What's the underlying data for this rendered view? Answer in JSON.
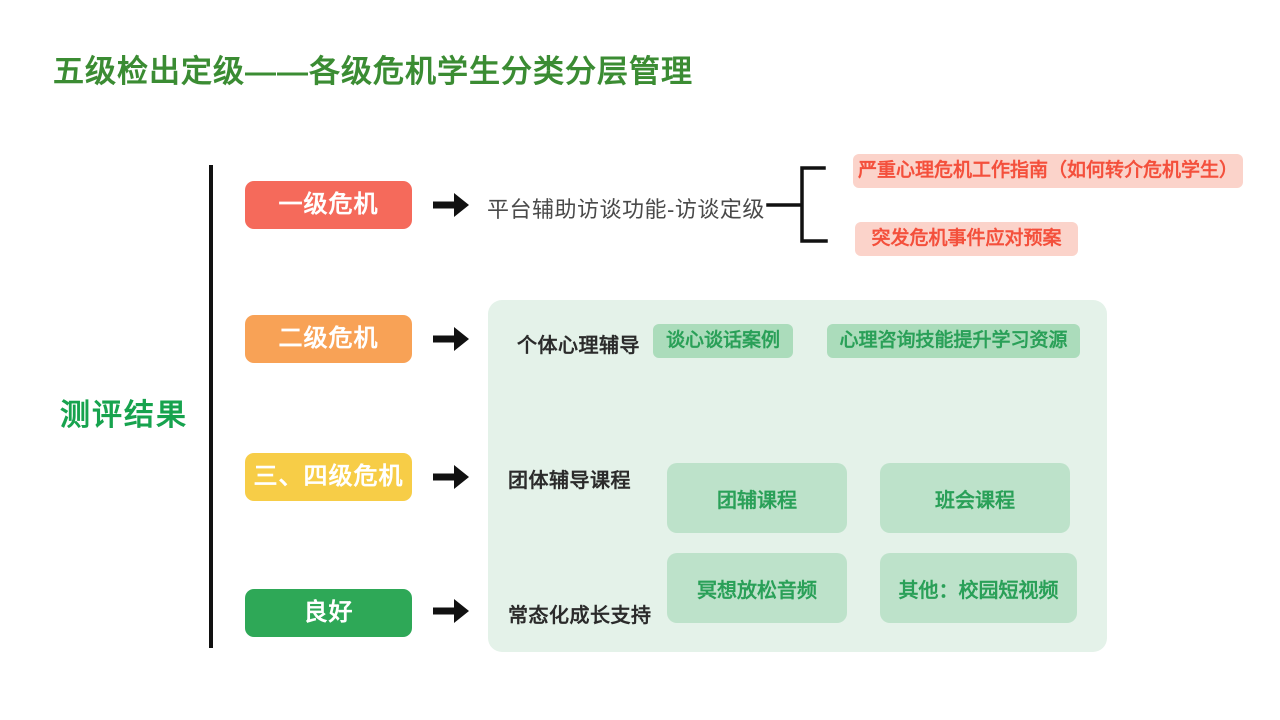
{
  "page": {
    "title": "五级检出定级——各级危机学生分类分层管理",
    "title_color": "#3b8c33",
    "background_color": "#ffffff"
  },
  "axis": {
    "label": "测评结果",
    "color": "#17a34e"
  },
  "levels": [
    {
      "label": "一级危机",
      "color": "#f56a5b"
    },
    {
      "label": "二级危机",
      "color": "#f8a256"
    },
    {
      "label": "三、四级危机",
      "color": "#f7cd47"
    },
    {
      "label": "良好",
      "color": "#2ea857"
    }
  ],
  "icons": {
    "flow_arrow": "arrow-right-icon",
    "bracket": "right-bracket-connector"
  },
  "level1_flow": {
    "text": "平台辅助访谈功能-访谈定级",
    "outcome_bg": "#fbd3ca",
    "outcome_text_color": "#f4503c",
    "outcomes": [
      {
        "label": "严重心理危机工作指南（如何转介危机学生）"
      },
      {
        "label": "突发危机事件应对预案"
      }
    ]
  },
  "panel": {
    "bg": "#e4f2e9",
    "chip_bg": "#abdcbb",
    "box_bg": "#bde2ca",
    "text_color": "#2aa058",
    "rows": [
      {
        "label": "个体心理辅导",
        "items": [
          "谈心谈话案例",
          "心理咨询技能提升学习资源"
        ]
      },
      {
        "label": "团体辅导课程",
        "items": [
          "团辅课程",
          "班会课程"
        ]
      },
      {
        "label": "常态化成长支持",
        "items": [
          "冥想放松音频",
          "其他：校园短视频"
        ]
      }
    ]
  }
}
